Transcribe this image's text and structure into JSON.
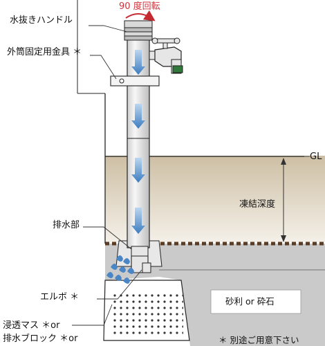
{
  "labels": {
    "rotation": "90 度回転",
    "handle": "水抜きハンドル",
    "bracket": "外筒固定用金具 ＊",
    "gl": "GL",
    "freeze_depth": "凍結深度",
    "drain": "排水部",
    "gravel": "砂利 or 砕石",
    "elbow": "エルボ ＊",
    "seepage_line1": "浸透マス ＊or",
    "seepage_line2": "排水ブロック ＊or",
    "note": "＊ 別途ご用意下さい"
  },
  "colors": {
    "soil": "#d8cdb9",
    "gravel": "#c9c9c9",
    "arrow": "#4a86c5",
    "rotation": "#d0323a",
    "dashed_line": "#5a3d24"
  }
}
